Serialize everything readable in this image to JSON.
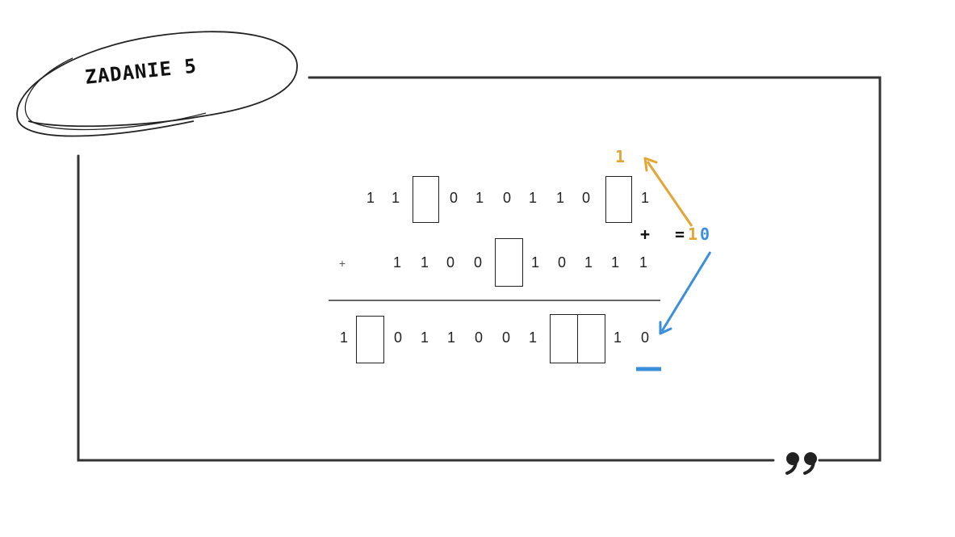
{
  "title": "ZADANIE 5",
  "rows": {
    "top": [
      "1",
      "1",
      "0",
      "1",
      "0",
      "1",
      "1",
      "0",
      "1"
    ],
    "middle": [
      "1",
      "1",
      "0",
      "0",
      "1",
      "0",
      "1",
      "1",
      "1"
    ],
    "result": [
      "1",
      "0",
      "1",
      "1",
      "0",
      "0",
      "1",
      "1",
      "0"
    ],
    "plus_sign": "+"
  },
  "annotations": {
    "carry": "1",
    "plus": "+",
    "equals": "=",
    "sum_one": "1",
    "sum_zero": "0"
  },
  "colors": {
    "frame": "#333333",
    "orange": "#E3A534",
    "blue": "#3A8FDB"
  },
  "icons": [
    "closing-quote-icon"
  ]
}
